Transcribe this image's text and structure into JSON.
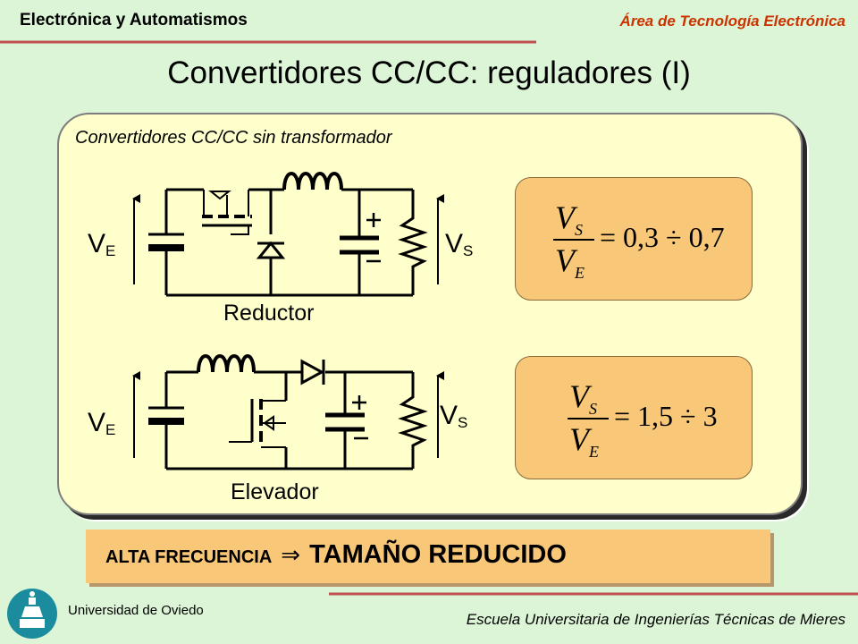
{
  "header": {
    "left": "Electrónica y Automatismos",
    "right": "Área de Tecnología Electrónica"
  },
  "title": "Convertidores CC/CC: reguladores (I)",
  "panel": {
    "subtitle": "Convertidores CC/CC sin transformador",
    "buck": {
      "caption": "Reductor",
      "vin": "V",
      "vin_sub": "E",
      "vout": "V",
      "vout_sub": "S",
      "formula": {
        "num": "V",
        "num_sub": "S",
        "den": "V",
        "den_sub": "E",
        "rhs": "= 0,3 ÷ 0,7"
      }
    },
    "boost": {
      "caption": "Elevador",
      "vin": "V",
      "vin_sub": "E",
      "vout": "V",
      "vout_sub": "S",
      "formula": {
        "num": "V",
        "num_sub": "S",
        "den": "V",
        "den_sub": "E",
        "rhs": "= 1,5 ÷ 3"
      }
    }
  },
  "banner": {
    "left": "ALTA FRECUENCIA",
    "arrow": "⇒",
    "right": "TAMAÑO REDUCIDO"
  },
  "footer": {
    "left": "Universidad de Oviedo",
    "right": "Escuela Universitaria de Ingenierías Técnicas de Mieres"
  },
  "colors": {
    "background": "#dcf5d7",
    "panel": "#ffffcc",
    "formula_box": "#f9c778",
    "accent": "#cc3300",
    "rule": "#c0504d",
    "logo": "#1b8c9e"
  }
}
